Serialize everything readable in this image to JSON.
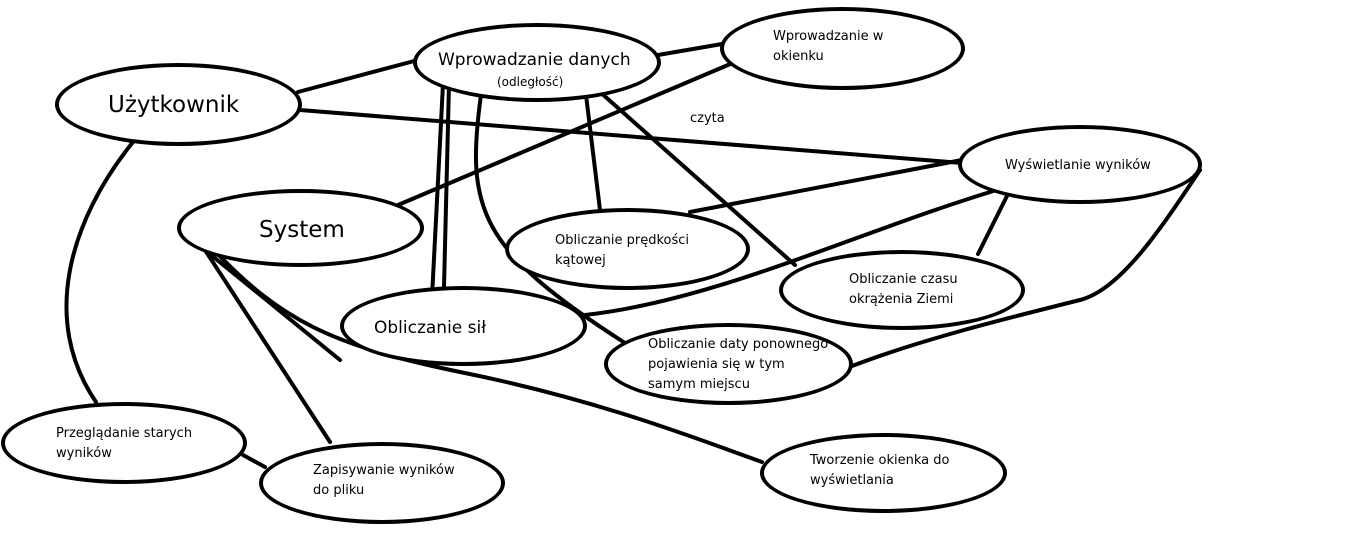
{
  "nodes": {
    "uzytkownik": {
      "label": "Użytkownik"
    },
    "wprowadzanie": {
      "label": "Wprowadzanie danych",
      "sublabel": "(odległość)"
    },
    "okienko": {
      "label": "Wprowadzanie w\nokienku"
    },
    "wyswietlanie": {
      "label": "Wyświetlanie wyników"
    },
    "system": {
      "label": "System"
    },
    "predkosc": {
      "label": "Obliczanie prędkości\nkątowej"
    },
    "czas": {
      "label": "Obliczanie czasu\nokrążenia Ziemi"
    },
    "sily": {
      "label": "Obliczanie sił"
    },
    "data": {
      "label": "Obliczanie daty ponownego\npojawienia się w tym\nsamym miejscu"
    },
    "przegladanie": {
      "label": "Przeglądanie starych\nwyników"
    },
    "zapisywanie": {
      "label": "Zapisywanie wyników\ndo pliku"
    },
    "tworzenie": {
      "label": "Tworzenie okienka do\nwyświetlania"
    }
  },
  "edge_labels": {
    "czyta": "czyta"
  }
}
